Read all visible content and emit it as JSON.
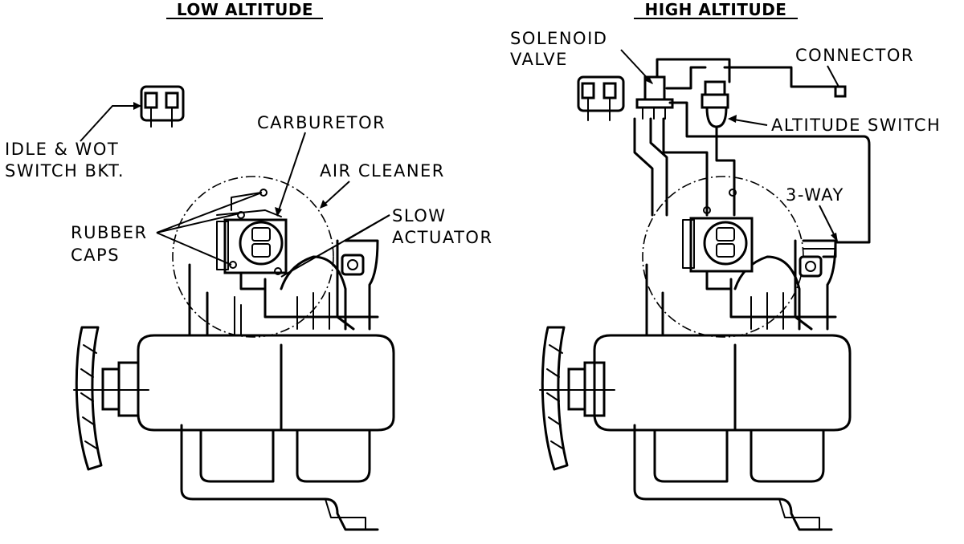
{
  "low_altitude": {
    "title": "LOW ALTITUDE",
    "labels": {
      "idle_switch_line1": "IDLE & WOT",
      "idle_switch_line2": "SWITCH BKT.",
      "carburetor": "CARBURETOR",
      "air_cleaner": "AIR CLEANER",
      "rubber_caps_line1": "RUBBER",
      "rubber_caps_line2": "CAPS",
      "slow_actuator_line1": "SLOW",
      "slow_actuator_line2": "ACTUATOR"
    }
  },
  "high_altitude": {
    "title": "HIGH ALTITUDE",
    "labels": {
      "solenoid_line1": "SOLENOID",
      "solenoid_line2": "VALVE",
      "connector": "CONNECTOR",
      "altitude_switch": "ALTITUDE SWITCH",
      "three_way": "3-WAY"
    }
  }
}
